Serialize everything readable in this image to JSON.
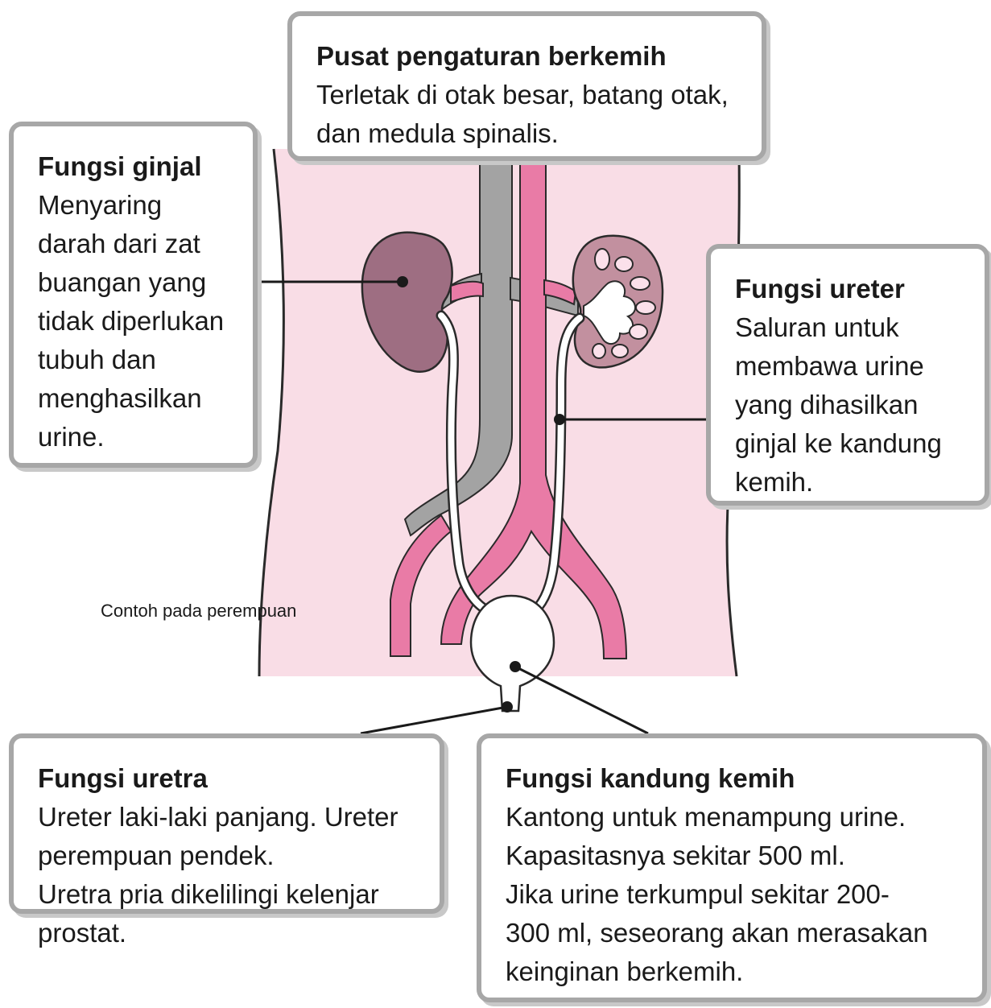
{
  "colors": {
    "body_fill": "#f9dde6",
    "kidney_fill": "#9e6e82",
    "kidney_section_fill": "#c2909f",
    "vein_gray": "#a3a3a3",
    "artery_pink": "#e97ba6",
    "box_border": "#a7a7a7"
  },
  "boxes": {
    "center": {
      "title": "Pusat pengaturan berkemih",
      "body": "Terletak di otak besar, batang otak,\ndan medula spinalis."
    },
    "kidney": {
      "title": "Fungsi ginjal",
      "body": "Menyaring\ndarah dari zat\nbuangan yang\ntidak diperlukan\ntubuh dan\nmenghasilkan\nurine."
    },
    "ureter": {
      "title": "Fungsi ureter",
      "body": "Saluran untuk\nmembawa urine\nyang dihasilkan\nginjal ke kandung\nkemih."
    },
    "urethra": {
      "title": "Fungsi uretra",
      "body": "Ureter laki-laki panjang. Ureter\nperempuan pendek.\nUretra pria dikelilingi kelenjar\nprostat."
    },
    "bladder": {
      "title": "Fungsi kandung kemih",
      "body": "Kantong untuk menampung urine.\nKapasitasnya sekitar 500 ml.\nJika urine terkumpul sekitar 200-\n300 ml, seseorang akan merasakan\nkeinginan berkemih."
    }
  },
  "caption": "Contoh pada perempuan"
}
